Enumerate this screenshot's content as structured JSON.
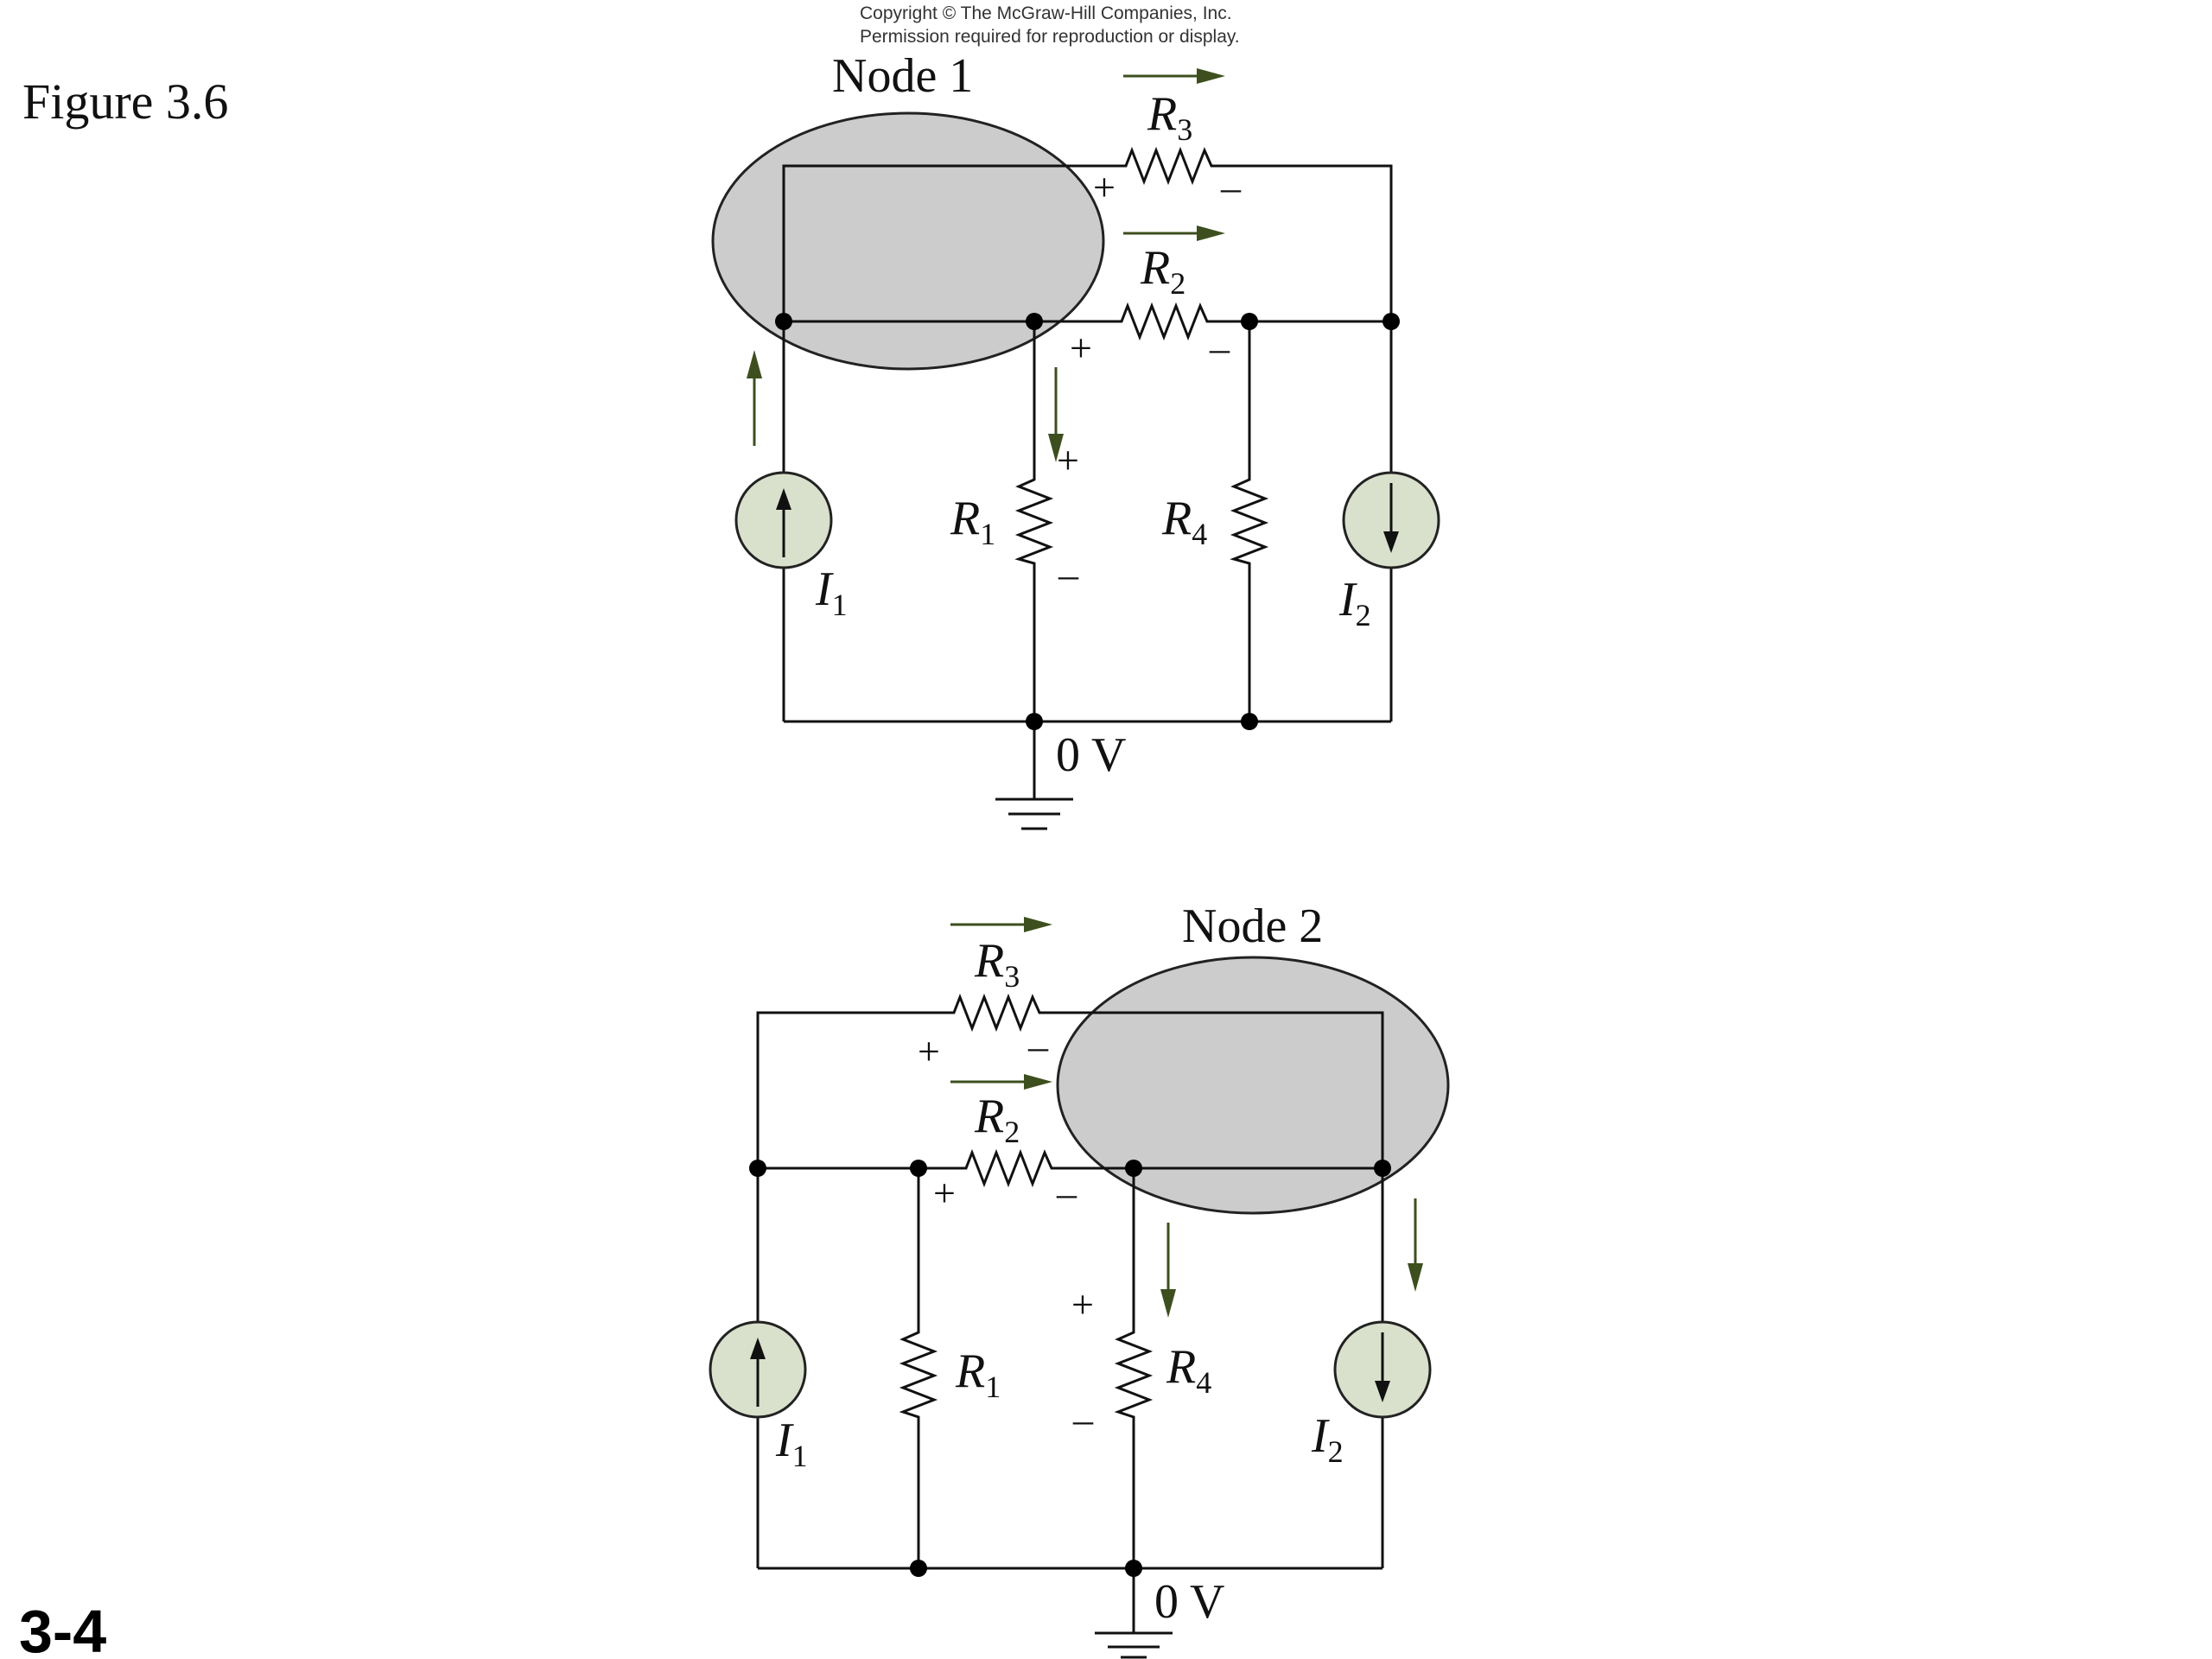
{
  "copyright": {
    "line1": "Copyright © The McGraw-Hill Companies, Inc.",
    "line2": "Permission required for reproduction or display."
  },
  "figure_label": "Figure 3.6",
  "slide_number": "3-4",
  "top_circuit": {
    "node_label": "Node 1",
    "ground_label": "0 V",
    "resistors": {
      "r1": "R",
      "r2": "R",
      "r3": "R",
      "r4": "R"
    },
    "resistor_subscripts": {
      "r1": "1",
      "r2": "2",
      "r3": "3",
      "r4": "4"
    },
    "sources": {
      "i1": "I",
      "i2": "I"
    },
    "source_subscripts": {
      "i1": "1",
      "i2": "2"
    },
    "plus": "+",
    "minus": "–"
  },
  "bottom_circuit": {
    "node_label": "Node 2",
    "ground_label": "0 V",
    "resistors": {
      "r1": "R",
      "r2": "R",
      "r3": "R",
      "r4": "R"
    },
    "resistor_subscripts": {
      "r1": "1",
      "r2": "2",
      "r3": "3",
      "r4": "4"
    },
    "sources": {
      "i1": "I",
      "i2": "I"
    },
    "source_subscripts": {
      "i1": "1",
      "i2": "2"
    },
    "plus": "+",
    "minus": "–"
  },
  "colors": {
    "node_fill": "#cccccc",
    "source_fill": "#d9e1cc",
    "arrow": "#3d4f1e",
    "wire": "#111111"
  }
}
